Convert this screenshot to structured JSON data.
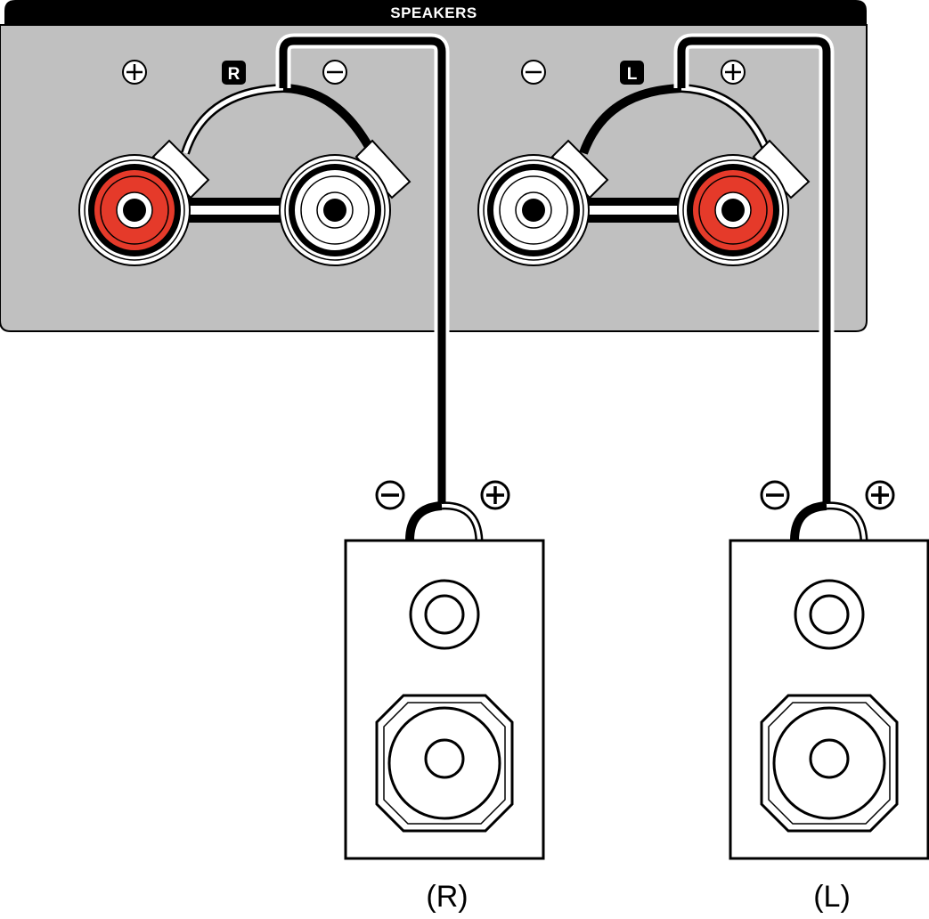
{
  "panel": {
    "title": "SPEAKERS",
    "channel_right_badge": "R",
    "channel_left_badge": "L",
    "terminal_polarity": {
      "right_channel": [
        "+",
        "−"
      ],
      "left_channel": [
        "−",
        "+"
      ]
    }
  },
  "speakers": {
    "right": {
      "label": "(R)"
    },
    "left": {
      "label": "(L)"
    }
  },
  "colors": {
    "panel_gray": "#c0c0c0",
    "header_black": "#000000",
    "positive_terminal_red": "#e53a2a",
    "negative_terminal_white": "#ffffff",
    "cable": "#000000"
  },
  "icons": [
    "plus-circle-icon",
    "minus-circle-icon"
  ]
}
